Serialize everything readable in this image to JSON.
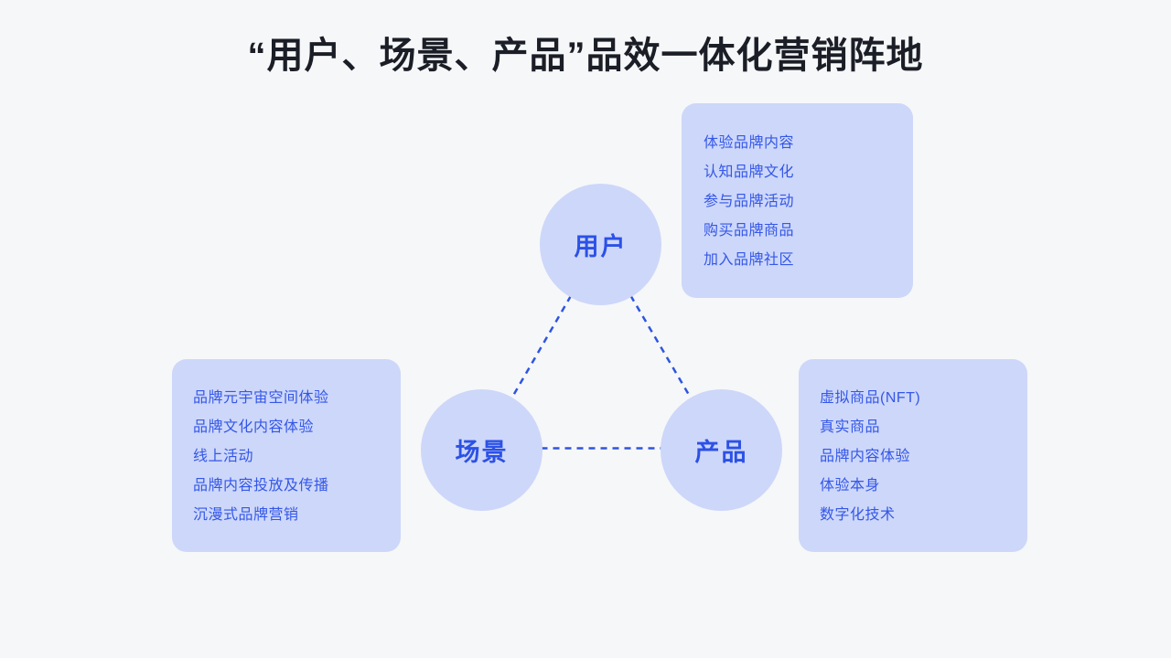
{
  "title": "“用户、场景、产品”品效一体化营销阵地",
  "diagram": {
    "nodes": [
      {
        "id": "user",
        "label": "用户"
      },
      {
        "id": "scene",
        "label": "场景"
      },
      {
        "id": "product",
        "label": "产品"
      }
    ],
    "user_box": {
      "items": [
        "体验品牌内容",
        "认知品牌文化",
        "参与品牌活动",
        "购买品牌商品",
        "加入品牌社区"
      ]
    },
    "scene_box": {
      "items": [
        "品牌元宇宙空间体验",
        "品牌文化内容体验",
        "线上活动",
        "品牌内容投放及传播",
        "沉漫式品牌营销"
      ]
    },
    "product_box": {
      "items": [
        "虚拟商品(NFT)",
        "真实商品",
        "品牌内容体验",
        "体验本身",
        "数字化技术"
      ]
    }
  },
  "colors": {
    "background": "#f6f7f9",
    "panel_fill": "#cdd7f9",
    "list_text": "#3457e8",
    "node_label_text": "#2c51e6",
    "connector": "#2e55e0",
    "title_text": "#1b1e26"
  }
}
